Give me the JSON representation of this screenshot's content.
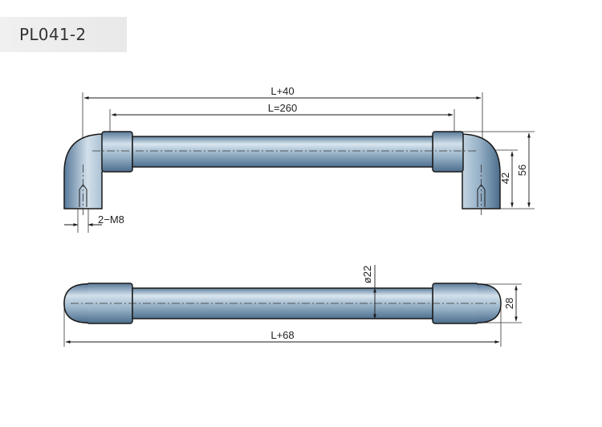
{
  "product_code": "PL041-2",
  "top_view": {
    "dim_overall": "L+40",
    "dim_center": "L=260",
    "dim_thread": "2−M8",
    "dim_height_outer": "56",
    "dim_height_center": "42"
  },
  "bottom_view": {
    "dim_diameter": "ø22",
    "dim_end_height": "28",
    "dim_overall": "L+68"
  },
  "colors": {
    "tube_light": "#dbe7f0",
    "tube_mid": "#9ab4c9",
    "tube_dark": "#5d7f9c",
    "line": "#1a1a1a"
  }
}
